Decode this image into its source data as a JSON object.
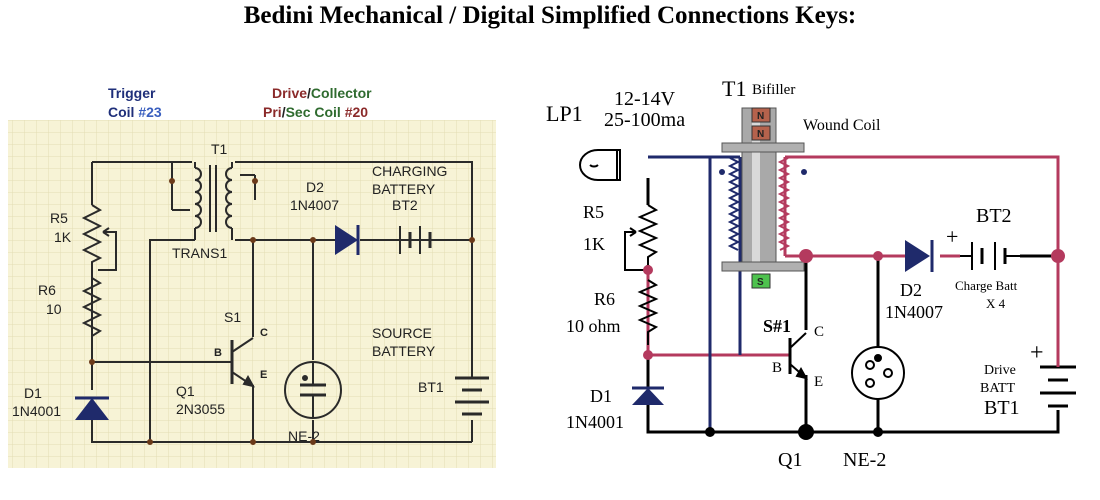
{
  "title": "Bedini Mechanical / Digital Simplified Connections Keys:",
  "left": {
    "header_trigger": "Trigger",
    "header_coil_prefix": "Coil ",
    "header_coil_num": "#23",
    "header_drive": "Drive",
    "header_slash": "/",
    "header_collector": "Collector",
    "header_pri": "Pri",
    "header_sec_coil": "Sec Coil ",
    "header_sec_num": "#20",
    "t1": "T1",
    "trans1": "TRANS1",
    "r5": "R5",
    "r5_val": "1K",
    "r6": "R6",
    "r6_val": "10",
    "d1": "D1",
    "d1_val": "1N4001",
    "d2": "D2",
    "d2_val": "1N4007",
    "bt2": "BT2",
    "charging": "CHARGING",
    "battery": "BATTERY",
    "source": "SOURCE",
    "bt1": "BT1",
    "s1": "S1",
    "c": "C",
    "b": "B",
    "e": "E",
    "q1": "Q1",
    "q1_val": "2N3055",
    "ne2": "NE-2"
  },
  "right": {
    "lp1": "LP1",
    "volt": "12-14V",
    "ma": "25-100ma",
    "t1": "T1",
    "bifiller": "Bifiller",
    "wound": "Wound Coil",
    "n": "N",
    "s": "S",
    "r5": "R5",
    "r5_val": "1K",
    "r6": "R6",
    "r6_val": "10 ohm",
    "d1": "D1",
    "d1_val": "1N4001",
    "s1": "S#1",
    "c": "C",
    "b": "B",
    "e": "E",
    "q1": "Q1",
    "ne2": "NE-2",
    "d2": "D2",
    "d2_val": "1N4007",
    "bt2": "BT2",
    "plus": "+",
    "charge_batt": "Charge Batt",
    "x4": "X 4",
    "drive": "Drive",
    "batt": "BATT",
    "bt1": "BT1"
  },
  "colors": {
    "grid_bg": "#f7f3d6",
    "wire_left": "#2a2a2a",
    "wire_red": "#b43a5e",
    "wire_navy": "#1f2a6b",
    "blue_header": "#1f2f7a",
    "drive_color": "#8b2a2a",
    "collector_color": "#2f6b2f"
  }
}
